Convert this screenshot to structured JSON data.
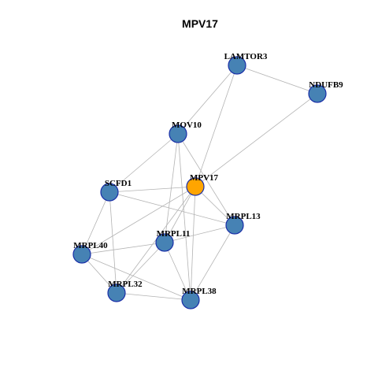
{
  "title": "MPV17",
  "colors": {
    "node_default": "#4682b4",
    "node_highlight": "#ffa500",
    "node_border": "#1a2fa8",
    "edge": "#b3b3b3"
  },
  "nodes": [
    {
      "id": "LAMTOR3",
      "label": "LAMTOR3",
      "highlight": false
    },
    {
      "id": "NDUFB9",
      "label": "NDUFB9",
      "highlight": false
    },
    {
      "id": "MOV10",
      "label": "MOV10",
      "highlight": false
    },
    {
      "id": "MPV17",
      "label": "MPV17",
      "highlight": true
    },
    {
      "id": "SCFD1",
      "label": "SCFD1",
      "highlight": false
    },
    {
      "id": "MRPL13",
      "label": "MRPL13",
      "highlight": false
    },
    {
      "id": "MRPL11",
      "label": "MRPL11",
      "highlight": false
    },
    {
      "id": "MRPL40",
      "label": "MRPL40",
      "highlight": false
    },
    {
      "id": "MRPL32",
      "label": "MRPL32",
      "highlight": false
    },
    {
      "id": "MRPL38",
      "label": "MRPL38",
      "highlight": false
    }
  ],
  "edges": [
    [
      "LAMTOR3",
      "NDUFB9"
    ],
    [
      "LAMTOR3",
      "MOV10"
    ],
    [
      "LAMTOR3",
      "MPV17"
    ],
    [
      "NDUFB9",
      "MPV17"
    ],
    [
      "MOV10",
      "SCFD1"
    ],
    [
      "MOV10",
      "MRPL11"
    ],
    [
      "MOV10",
      "MRPL13"
    ],
    [
      "MOV10",
      "MRPL38"
    ],
    [
      "MPV17",
      "SCFD1"
    ],
    [
      "MPV17",
      "MRPL40"
    ],
    [
      "MPV17",
      "MRPL11"
    ],
    [
      "MPV17",
      "MRPL32"
    ],
    [
      "MPV17",
      "MRPL38"
    ],
    [
      "MPV17",
      "MRPL13"
    ],
    [
      "SCFD1",
      "MRPL40"
    ],
    [
      "SCFD1",
      "MRPL32"
    ],
    [
      "SCFD1",
      "MRPL13"
    ],
    [
      "MRPL13",
      "MRPL11"
    ],
    [
      "MRPL13",
      "MRPL38"
    ],
    [
      "MRPL11",
      "MRPL40"
    ],
    [
      "MRPL11",
      "MRPL32"
    ],
    [
      "MRPL11",
      "MRPL38"
    ],
    [
      "MRPL40",
      "MRPL32"
    ],
    [
      "MRPL40",
      "MRPL38"
    ],
    [
      "MRPL32",
      "MRPL38"
    ]
  ]
}
